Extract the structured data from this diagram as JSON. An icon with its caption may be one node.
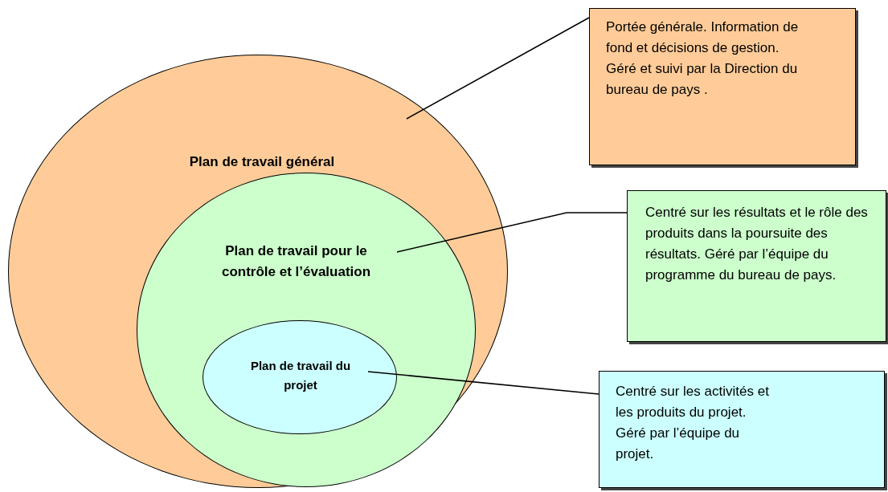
{
  "diagram": {
    "nodes": [
      {
        "text": [
          "Plan de travail général"
        ]
      },
      {
        "text": [
          "Plan de travail pour le contrôle et l’évaluation"
        ],
        "in": 0
      },
      {
        "text": [
          "Plan de travail du projet"
        ],
        "in": 1
      },
      {
        "text": [
          "Portée générale. Information de fond et décisions de gestion.  Géré et suivi par la Direction du bureau de pays ."
        ]
      },
      {
        "text": [
          "Centré sur les résultats et le rôle des produits dans la poursuite des résultats.  Géré par l’équipe du programme du bureau de pays."
        ]
      },
      {
        "text": [
          "Centré sur les activités et les produits du projet.  Géré par l’équipe du projet."
        ]
      }
    ],
    "edges": [
      {
        "from": 0,
        "to": 3,
        "arrow": "none"
      },
      {
        "from": 1,
        "to": 4,
        "arrow": "none"
      },
      {
        "from": 2,
        "to": 5,
        "arrow": "none"
      }
    ]
  }
}
